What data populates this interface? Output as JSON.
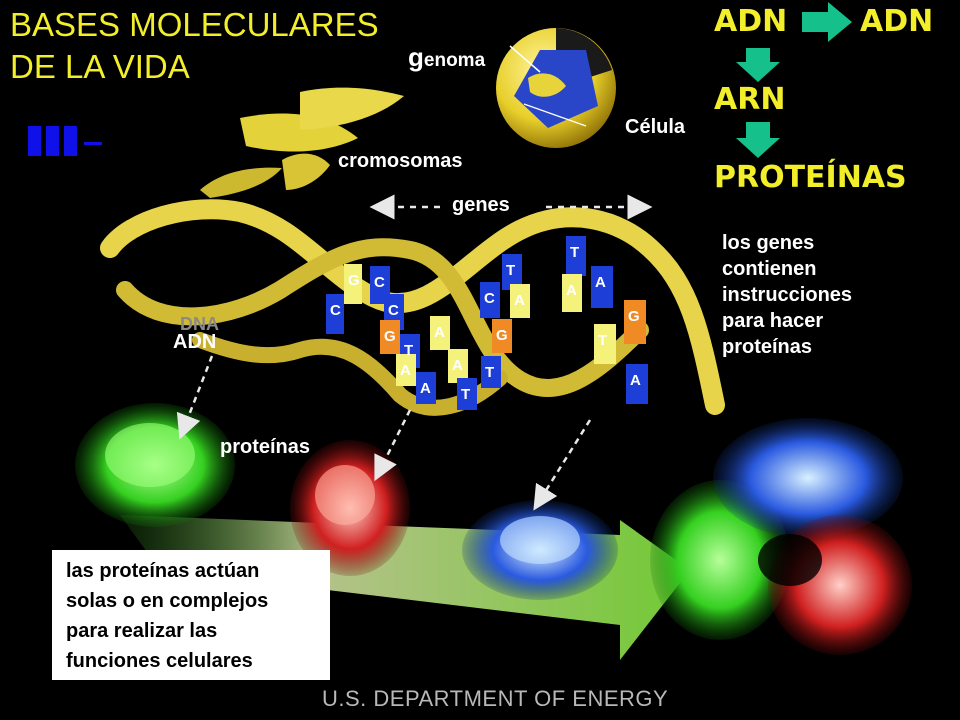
{
  "title": {
    "line1": "BASES MOLECULARES",
    "line2": "DE LA VIDA"
  },
  "flow": {
    "dna_left": "ADN",
    "dna_right": "ADN",
    "rna": "ARN",
    "proteins": "PROTEÍNAS"
  },
  "labels": {
    "genome_initial": "g",
    "genome_rest": "enoma",
    "cell": "Célula",
    "chromosomes": "cromosomas",
    "genes": "genes",
    "dna_faded": "DNA",
    "dna": "ADN",
    "proteins": "proteínas"
  },
  "genes_note": [
    "los genes",
    "contienen",
    "instrucciones",
    "para hacer",
    "proteínas"
  ],
  "protein_note": [
    "las proteínas actúan",
    "solas o en complejos",
    "para realizar las",
    "funciones celulares"
  ],
  "bases": [
    "C",
    "C",
    "G",
    "T",
    "A",
    "A",
    "C",
    "A",
    "G",
    "A",
    "T",
    "T",
    "T",
    "A",
    "T",
    "A",
    "G",
    "A",
    "T",
    "A",
    "G",
    "C"
  ],
  "credit": "U.S. DEPARTMENT OF ENERGY",
  "colors": {
    "title_yellow": "#f2ee2a",
    "arrow_teal": "#15c08a",
    "helix_gold": "#e8d44a",
    "base_blue": "#1d3fd8",
    "base_orange": "#f08a24",
    "base_yellow": "#f4f27a",
    "logo_blue": "#1010e8"
  },
  "icons": [
    "logo-bars-icon",
    "flow-arrow-right-icon",
    "flow-arrow-down-icon",
    "chromosome-icon",
    "cell-icon",
    "helix-icon",
    "protein-blob-icon"
  ]
}
